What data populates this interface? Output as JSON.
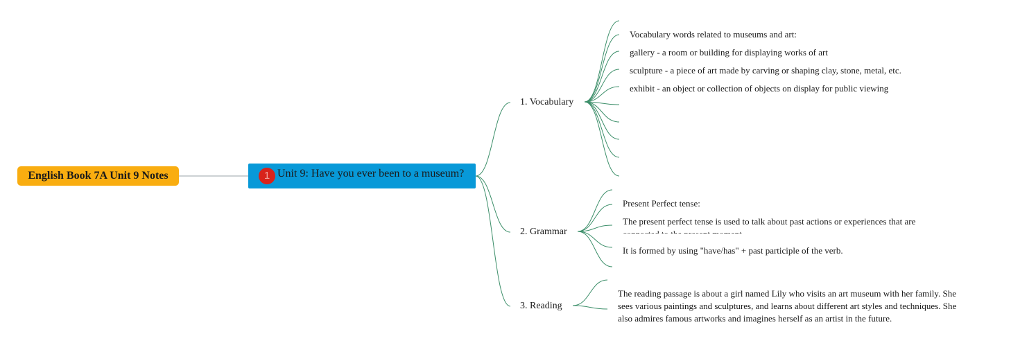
{
  "mindmap": {
    "root": {
      "label": "English Book 7A Unit 9 Notes",
      "color": "#f9ad10"
    },
    "central": {
      "label": "Unit 9: Have you ever been to a museum?",
      "badge": "1",
      "color": "#0899d8",
      "badge_color": "#d8231b"
    },
    "link_color": "#3d8f6a",
    "branches": [
      {
        "label": "1. Vocabulary",
        "leaves": [
          "Vocabulary words related to museums and art:",
          "gallery - a room or building for displaying works of art",
          "sculpture - a piece of art made by carving or shaping clay, stone, metal, etc.",
          "exhibit - an object or collection of objects on display for public viewing"
        ]
      },
      {
        "label": "2. Grammar",
        "leaves": [
          "Present Perfect tense:",
          "The present perfect tense is used to talk about past actions or experiences that are connected to the present moment.",
          "It is formed by using \"have/has\" + past participle of the verb."
        ]
      },
      {
        "label": "3. Reading",
        "leaves": [
          "The reading passage is about a girl named Lily who visits an art museum with her family. She sees various paintings and sculptures, and learns about different art styles and techniques. She also admires famous artworks and imagines herself as an artist in the future."
        ]
      }
    ]
  }
}
